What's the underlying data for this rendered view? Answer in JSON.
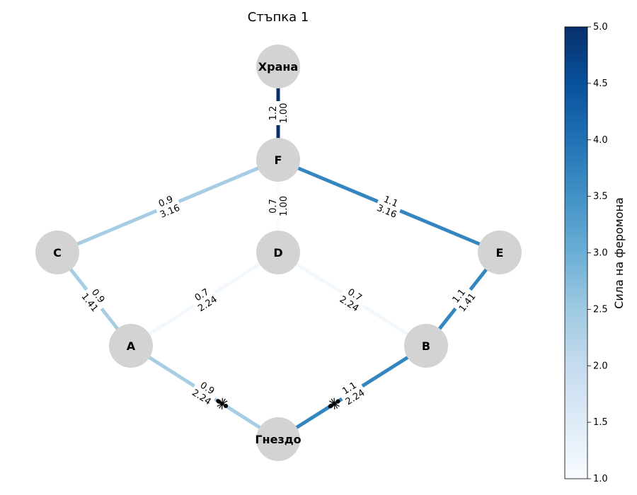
{
  "title": "Стъпка 1",
  "nodes": [
    {
      "id": "food",
      "label": "Храна"
    },
    {
      "id": "F",
      "label": "F"
    },
    {
      "id": "C",
      "label": "C"
    },
    {
      "id": "D",
      "label": "D"
    },
    {
      "id": "E",
      "label": "E"
    },
    {
      "id": "A",
      "label": "A"
    },
    {
      "id": "B",
      "label": "B"
    },
    {
      "id": "nest",
      "label": "Гнездо"
    }
  ],
  "edges": [
    {
      "from": "F",
      "to": "food",
      "pheromone_label": "1.2",
      "distance_label": "1.00",
      "pheromone": 5.0
    },
    {
      "from": "C",
      "to": "F",
      "pheromone_label": "0.9",
      "distance_label": "3.16",
      "pheromone": 2.4
    },
    {
      "from": "D",
      "to": "F",
      "pheromone_label": "0.7",
      "distance_label": "1.00",
      "pheromone": 1.0
    },
    {
      "from": "F",
      "to": "E",
      "pheromone_label": "1.1",
      "distance_label": "3.16",
      "pheromone": 3.7
    },
    {
      "from": "C",
      "to": "A",
      "pheromone_label": "0.9",
      "distance_label": "1.41",
      "pheromone": 2.4
    },
    {
      "from": "A",
      "to": "D",
      "pheromone_label": "0.7",
      "distance_label": "2.24",
      "pheromone": 1.1
    },
    {
      "from": "D",
      "to": "B",
      "pheromone_label": "0.7",
      "distance_label": "2.24",
      "pheromone": 1.1
    },
    {
      "from": "E",
      "to": "B",
      "pheromone_label": "1.1",
      "distance_label": "1.41",
      "pheromone": 3.7
    },
    {
      "from": "A",
      "to": "nest",
      "pheromone_label": "0.9",
      "distance_label": "2.24",
      "pheromone": 2.4
    },
    {
      "from": "nest",
      "to": "B",
      "pheromone_label": "1.1",
      "distance_label": "2.24",
      "pheromone": 3.7
    }
  ],
  "ants": [
    {
      "on_edge": "A-nest",
      "icon": "ant-icon"
    },
    {
      "on_edge": "nest-B",
      "icon": "ant-icon"
    }
  ],
  "colorbar": {
    "label": "Сила на феромона",
    "min": 1.0,
    "max": 5.0,
    "ticks": [
      "1.0",
      "1.5",
      "2.0",
      "2.5",
      "3.0",
      "3.5",
      "4.0",
      "4.5",
      "5.0"
    ],
    "colormap": "Blues"
  },
  "colors": {
    "node_fill": "#d3d3d3",
    "cmap_low": "#f7fbff",
    "cmap_high": "#08306b"
  }
}
